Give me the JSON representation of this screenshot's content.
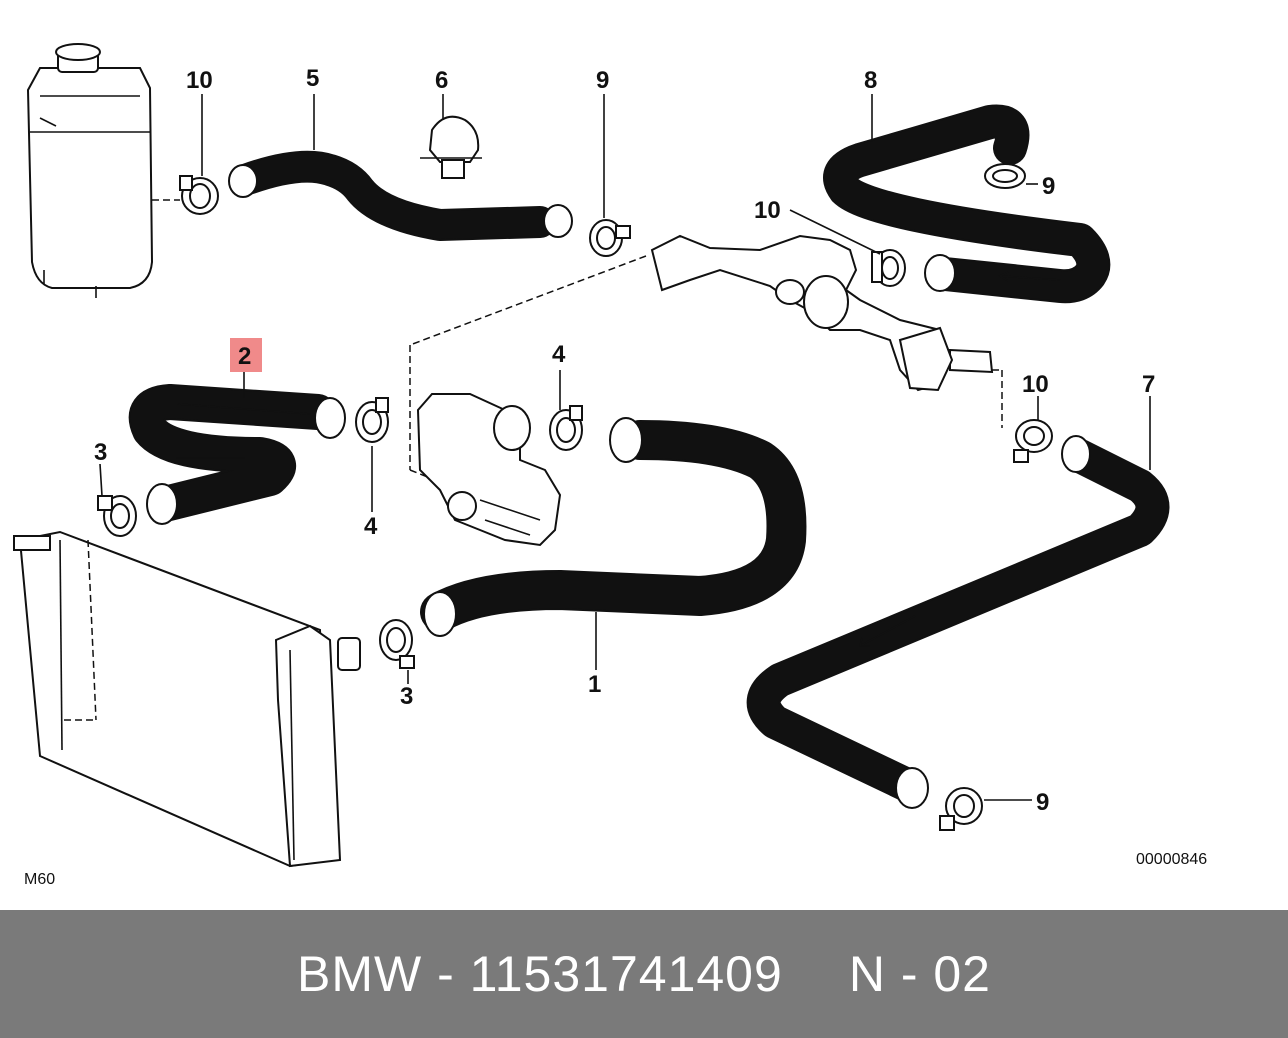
{
  "diagram": {
    "callouts": {
      "c1": "1",
      "c2": "2",
      "c3a": "3",
      "c3b": "3",
      "c4a": "4",
      "c4b": "4",
      "c5": "5",
      "c6": "6",
      "c7": "7",
      "c8": "8",
      "c9a": "9",
      "c9b": "9",
      "c9c": "9",
      "c10a": "10",
      "c10b": "10",
      "c10c": "10"
    },
    "highlight_color": "#f08a8a",
    "engine_label": "M60",
    "drawing_number": "00000846"
  },
  "footer": {
    "part_text": "BMW - 11531741409",
    "position_text": "N - 02",
    "background": "#7a7a7a"
  }
}
